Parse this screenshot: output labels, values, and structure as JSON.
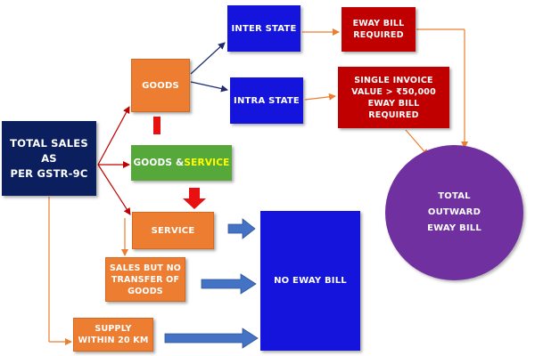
{
  "nodes": {
    "total_sales": "TOTAL SALES AS\nPER GSTR-9C",
    "goods": "GOODS",
    "goods_and_service": {
      "part1": "GOODS & ",
      "part2": "SERVICE"
    },
    "service": "SERVICE",
    "sales_no_transfer": "SALES BUT NO\nTRANSFER OF\nGOODS",
    "supply_within": "SUPPLY\nWITHIN 20 KM",
    "inter_state": "INTER STATE",
    "intra_state": "INTRA STATE",
    "eway_required": "EWAY BILL\nREQUIRED",
    "single_invoice": "SINGLE INVOICE\nVALUE > ₹50,000\nEWAY BILL\nREQUIRED",
    "no_eway": "NO EWAY BILL",
    "total_outward": "TOTAL OUTWARD\nEWAY BILL"
  },
  "colors": {
    "orange": "#ED7D31",
    "navy": "#0B1F5E",
    "blue": "#1414DD",
    "red": "#C00000",
    "green": "#56A83A",
    "purple": "#7030A0",
    "yellow_highlight": "#FFFF00",
    "connector_red": "#C00000",
    "connector_orange": "#ED7D31",
    "connector_navy": "#1F2A6B",
    "block_arrow": "#4472C4"
  }
}
